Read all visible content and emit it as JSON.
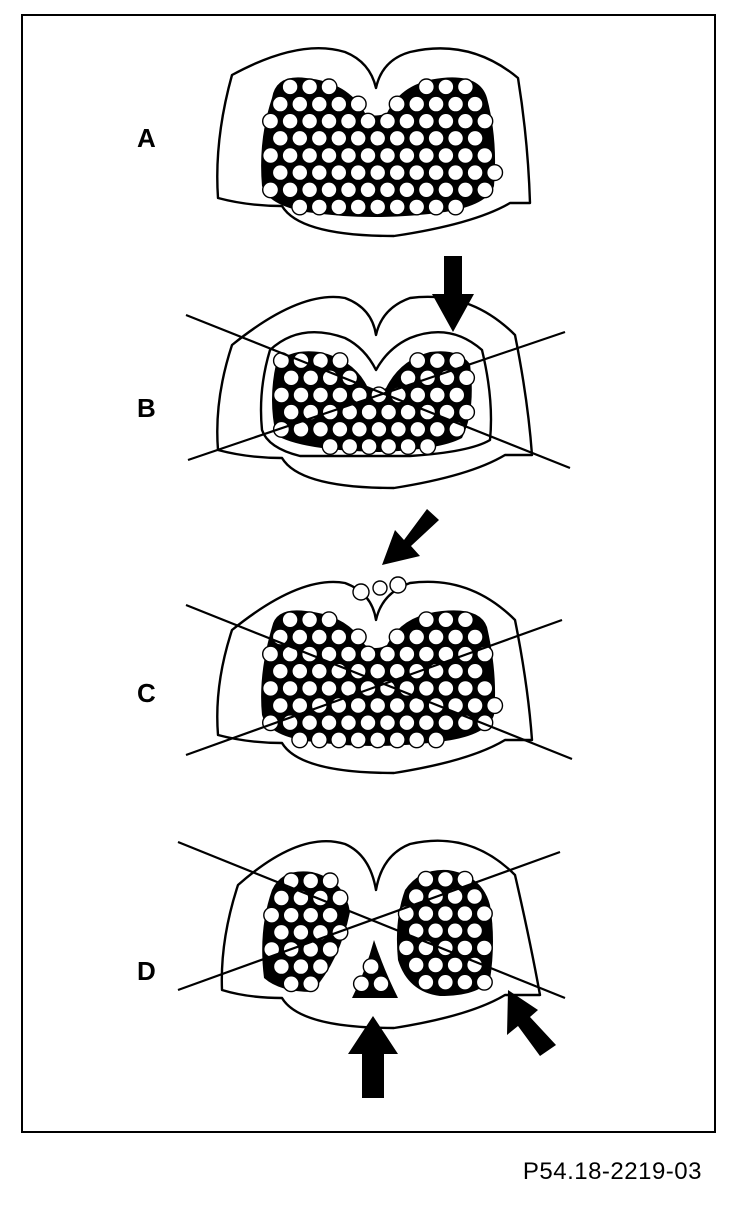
{
  "figure": {
    "panels": [
      {
        "label": "A",
        "crossed": false,
        "arrows": []
      },
      {
        "label": "B",
        "crossed": true,
        "arrows": [
          "down-arrow"
        ]
      },
      {
        "label": "C",
        "crossed": true,
        "arrows": [
          "diagonal-down-left-arrow"
        ]
      },
      {
        "label": "D",
        "crossed": true,
        "arrows": [
          "up-arrow",
          "diagonal-up-left-arrow"
        ]
      }
    ],
    "reference_code": "P54.18-2219-03"
  },
  "colors": {
    "ink": "#000000",
    "paper": "#ffffff"
  }
}
